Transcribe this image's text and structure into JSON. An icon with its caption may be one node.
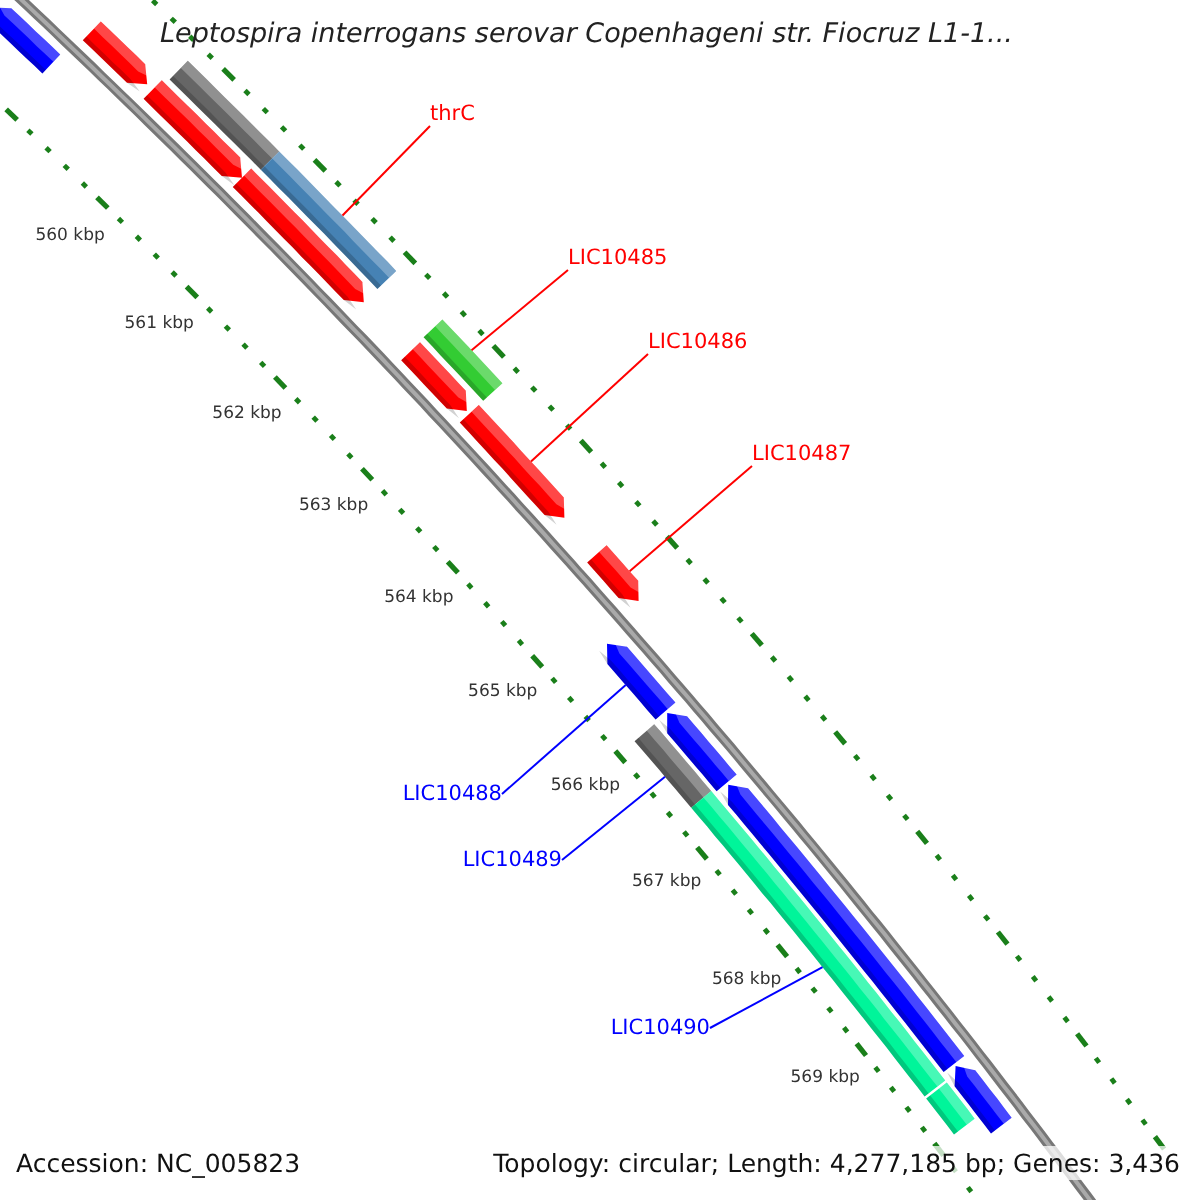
{
  "diagram": {
    "title": "Leptospira interrogans serovar Copenhageni str. Fiocruz L1-1...",
    "nodes": [
      {
        "text": [
          "thrC"
        ]
      },
      {
        "text": [
          "LIC10485"
        ]
      },
      {
        "text": [
          "LIC10486"
        ]
      },
      {
        "text": [
          "LIC10487"
        ]
      },
      {
        "text": [
          "LIC10488"
        ]
      },
      {
        "text": [
          "LIC10489"
        ]
      },
      {
        "text": [
          "LIC10490"
        ]
      },
      {
        "text": [],
        "shape": "arrow"
      },
      {
        "text": [],
        "shape": "arrow"
      },
      {
        "text": [],
        "shape": "arrow"
      },
      {
        "text": [],
        "shape": "bar"
      },
      {
        "text": [],
        "shape": "arrow"
      },
      {
        "text": [],
        "shape": "bar"
      },
      {
        "text": [],
        "shape": "bar"
      },
      {
        "text": [],
        "shape": "arrow"
      },
      {
        "text": [],
        "shape": "arrow"
      },
      {
        "text": [],
        "shape": "arrow"
      },
      {
        "text": [],
        "shape": "arrow"
      },
      {
        "text": [],
        "shape": "arrow"
      },
      {
        "text": [],
        "shape": "bar"
      },
      {
        "text": [],
        "shape": "bar"
      },
      {
        "text": [],
        "shape": "arrow"
      },
      {
        "text": [],
        "shape": "arrow"
      },
      {
        "text": [],
        "shape": "bar"
      }
    ],
    "edges": [
      {
        "from": 0,
        "to": 12,
        "arrow": "none"
      },
      {
        "from": 1,
        "to": 13,
        "arrow": "none"
      },
      {
        "from": 2,
        "to": 15,
        "arrow": "none"
      },
      {
        "from": 3,
        "to": 16,
        "arrow": "none"
      },
      {
        "from": 4,
        "to": 17,
        "arrow": "none",
        "color": "#0000ff"
      },
      {
        "from": 5,
        "to": 19,
        "arrow": "none",
        "color": "#0000ff"
      },
      {
        "from": 6,
        "to": 20,
        "arrow": "none",
        "color": "#0000ff"
      }
    ],
    "labels": [
      "560 kbp",
      "561 kbp",
      "562 kbp",
      "563 kbp",
      "564 kbp",
      "565 kbp",
      "566 kbp",
      "567 kbp",
      "568 kbp",
      "569 kbp",
      "Accession: NC_005823",
      "Topology: circular; Length: 4,277,185 bp; Genes: 3,436"
    ]
  }
}
